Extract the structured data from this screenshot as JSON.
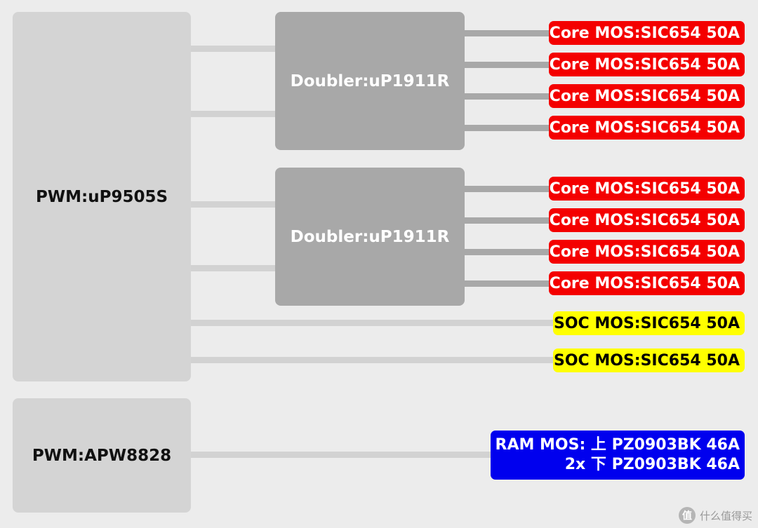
{
  "pwm_main": {
    "label": "PWM:uP9505S"
  },
  "pwm_ram": {
    "label": "PWM:APW8828"
  },
  "doublers": [
    {
      "label": "Doubler:uP1911R"
    },
    {
      "label": "Doubler:uP1911R"
    }
  ],
  "core_mos": [
    {
      "label": "Core MOS:SIC654 50A"
    },
    {
      "label": "Core MOS:SIC654 50A"
    },
    {
      "label": "Core MOS:SIC654 50A"
    },
    {
      "label": "Core MOS:SIC654 50A"
    },
    {
      "label": "Core MOS:SIC654 50A"
    },
    {
      "label": "Core MOS:SIC654 50A"
    },
    {
      "label": "Core MOS:SIC654 50A"
    },
    {
      "label": "Core MOS:SIC654 50A"
    }
  ],
  "soc_mos": [
    {
      "label": "SOC MOS:SIC654 50A"
    },
    {
      "label": "SOC MOS:SIC654 50A"
    }
  ],
  "ram_mos": {
    "line1": "RAM MOS: 上 PZ0903BK 46A",
    "line2": "2x 下 PZ0903BK 46A"
  },
  "watermark": {
    "logo": "值",
    "text": "什么值得买"
  },
  "colors": {
    "core": "#f40000",
    "soc": "#ffff00",
    "ram": "#0000ee",
    "pwm_box": "#d4d4d4",
    "doubler_box": "#a8a8a8",
    "background": "#ececec"
  }
}
